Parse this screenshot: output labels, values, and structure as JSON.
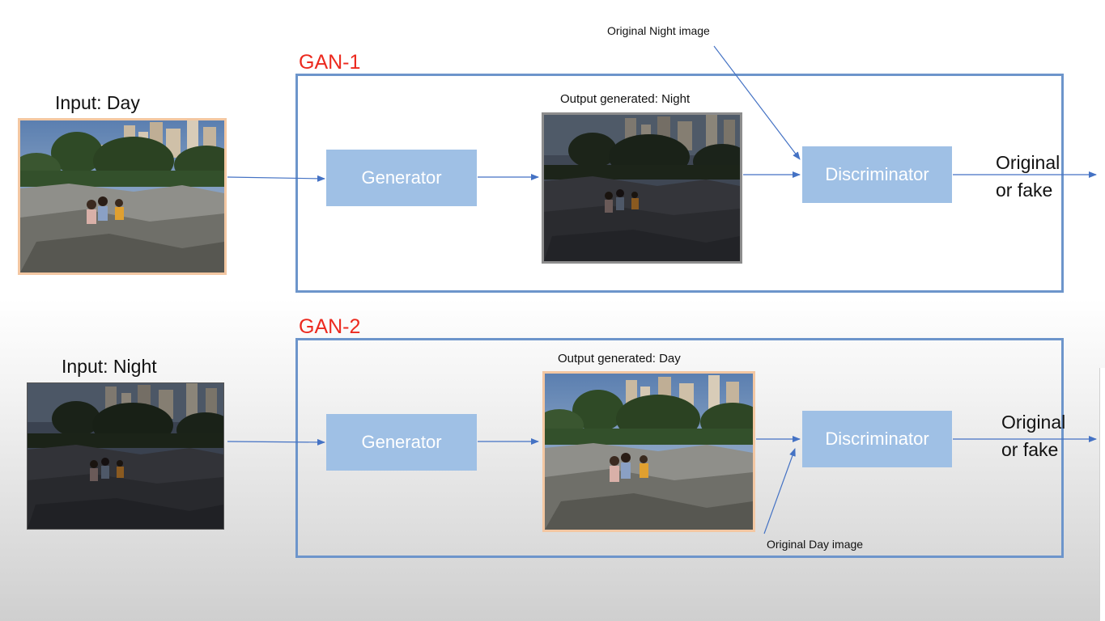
{
  "gan1": {
    "title": "GAN-1",
    "input_label": "Input: Day",
    "output_label": "Output generated: Night",
    "generator_label": "Generator",
    "discriminator_label": "Discriminator",
    "reference_label": "Original Night image",
    "verdict_line1": "Original",
    "verdict_line2": "or fake"
  },
  "gan2": {
    "title": "GAN-2",
    "input_label": "Input: Night",
    "output_label": "Output generated: Day",
    "generator_label": "Generator",
    "discriminator_label": "Discriminator",
    "reference_label": "Original Day image",
    "verdict_line1": "Original",
    "verdict_line2": "or fake"
  },
  "colors": {
    "gan_title": "#ec2a1f",
    "frame": "#6d95cb",
    "block": "#9fc0e5",
    "arrow": "#4472c4",
    "highlight_border": "#f3c7a2"
  }
}
